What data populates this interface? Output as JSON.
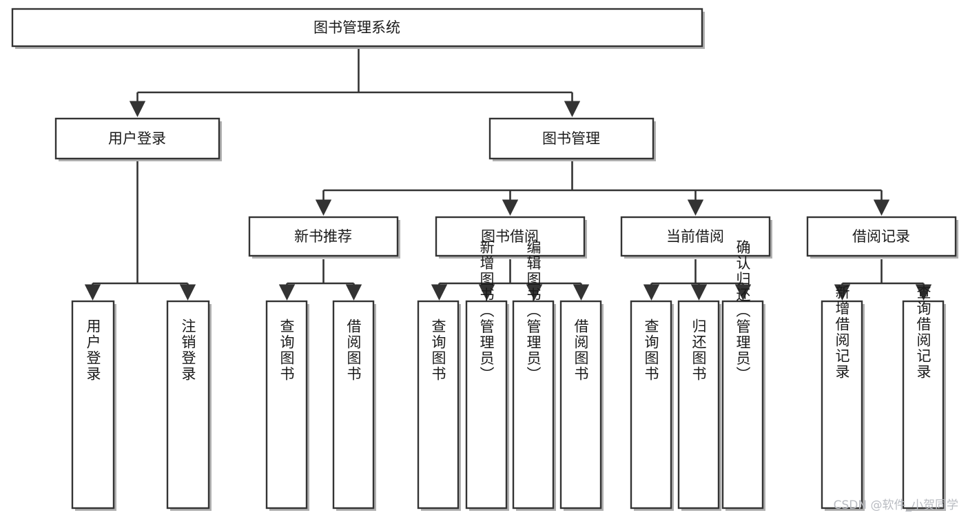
{
  "diagram": {
    "type": "tree",
    "title": "图书管理系统",
    "watermark": "CSDN @软件_小贺同学",
    "colors": {
      "box_stroke": "#333333",
      "box_fill": "#ffffff",
      "edge": "#333333",
      "text": "#1a1a1a",
      "watermark": "#b9bcc2",
      "background": "#ffffff"
    },
    "levels": [
      {
        "level": 1,
        "nodes": [
          {
            "id": "root",
            "label": "图书管理系统",
            "orientation": "horizontal"
          }
        ]
      },
      {
        "level": 2,
        "nodes": [
          {
            "id": "login",
            "label": "用户登录",
            "orientation": "horizontal",
            "parent": "root"
          },
          {
            "id": "bookmgmt",
            "label": "图书管理",
            "orientation": "horizontal",
            "parent": "root"
          }
        ]
      },
      {
        "level": 3,
        "nodes": [
          {
            "id": "newbook",
            "label": "新书推荐",
            "orientation": "horizontal",
            "parent": "bookmgmt"
          },
          {
            "id": "borrow",
            "label": "图书借阅",
            "orientation": "horizontal",
            "parent": "bookmgmt"
          },
          {
            "id": "current",
            "label": "当前借阅",
            "orientation": "horizontal",
            "parent": "bookmgmt"
          },
          {
            "id": "records",
            "label": "借阅记录",
            "orientation": "horizontal",
            "parent": "bookmgmt"
          }
        ]
      },
      {
        "level": 4,
        "nodes": [
          {
            "id": "leaf-user-login",
            "label": "用户登录",
            "orientation": "vertical",
            "parent": "login"
          },
          {
            "id": "leaf-user-logout",
            "label": "注销登录",
            "orientation": "vertical",
            "parent": "login"
          },
          {
            "id": "leaf-nb-query",
            "label": "查询图书",
            "orientation": "vertical",
            "parent": "newbook"
          },
          {
            "id": "leaf-nb-borrow",
            "label": "借阅图书",
            "orientation": "vertical",
            "parent": "newbook"
          },
          {
            "id": "leaf-bw-query",
            "label": "查询图书",
            "orientation": "vertical",
            "parent": "borrow"
          },
          {
            "id": "leaf-bw-add",
            "label": "新增图书（管理员）",
            "orientation": "vertical",
            "parent": "borrow"
          },
          {
            "id": "leaf-bw-edit",
            "label": "编辑图书（管理员）",
            "orientation": "vertical",
            "parent": "borrow"
          },
          {
            "id": "leaf-bw-borrow",
            "label": "借阅图书",
            "orientation": "vertical",
            "parent": "borrow"
          },
          {
            "id": "leaf-cu-query",
            "label": "查询图书",
            "orientation": "vertical",
            "parent": "current"
          },
          {
            "id": "leaf-cu-return",
            "label": "归还图书",
            "orientation": "vertical",
            "parent": "current"
          },
          {
            "id": "leaf-cu-confirm",
            "label": "确认归还（管理员）",
            "orientation": "vertical",
            "parent": "current"
          },
          {
            "id": "leaf-rc-add",
            "label": "新增借阅记录",
            "orientation": "vertical",
            "parent": "records"
          },
          {
            "id": "leaf-rc-query",
            "label": "查询借阅记录",
            "orientation": "vertical",
            "parent": "records"
          }
        ]
      }
    ]
  }
}
